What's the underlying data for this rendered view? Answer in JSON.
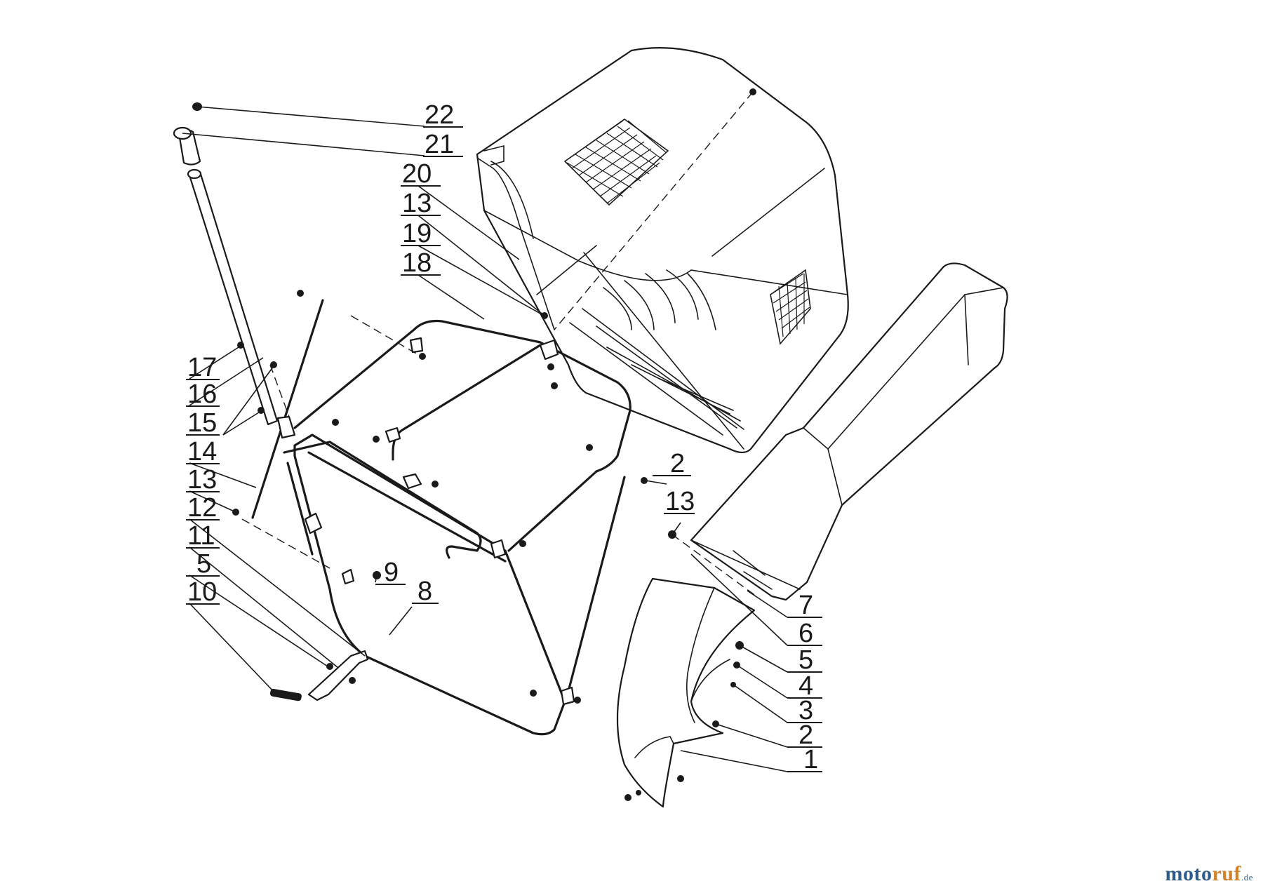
{
  "labels": {
    "n22": "22",
    "n21": "21",
    "n20": "20",
    "n13a": "13",
    "n19": "19",
    "n18": "18",
    "n17": "17",
    "n16": "16",
    "n15": "15",
    "n14": "14",
    "n13b": "13",
    "n12": "12",
    "n11": "11",
    "n5a": "5",
    "n10": "10",
    "n9": "9",
    "n8": "8",
    "n2a": "2",
    "n13c": "13",
    "n7": "7",
    "n6": "6",
    "n5b": "5",
    "n4": "4",
    "n3": "3",
    "n2b": "2",
    "n1": "1"
  },
  "watermark": {
    "part1": "moto",
    "part2": "ruf",
    "suffix": ".de"
  }
}
